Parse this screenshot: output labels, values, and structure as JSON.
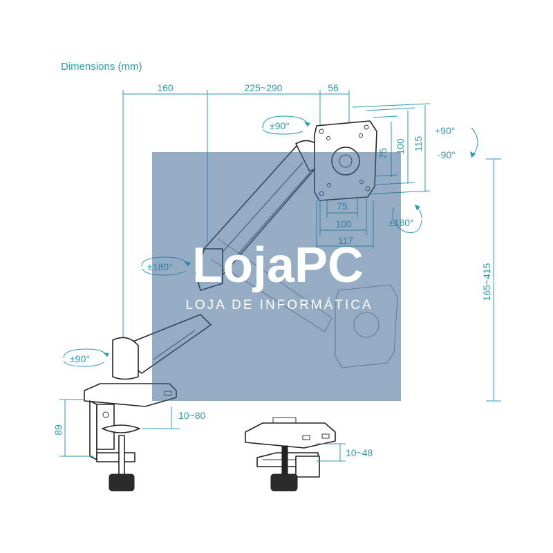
{
  "title": "Dimensions (mm)",
  "dims": {
    "base_to_arm": "160",
    "arm_reach": "225~290",
    "plate_depth": "56",
    "vesa_h_small": "75",
    "vesa_h_large": "100",
    "plate_height": "115",
    "vesa_w_small": "75",
    "vesa_w_large": "100",
    "plate_width": "117",
    "height_range": "165~415",
    "base_height": "89",
    "clamp_range": "10~80",
    "grommet_range": "10~48"
  },
  "rotations": {
    "head_swivel": "±90°",
    "tilt_up": "+90°",
    "tilt_down": "-90°",
    "plate_rotation": "±180°",
    "arm_swivel": "±180°",
    "base_swivel": "±90°"
  },
  "watermark": {
    "brand": "LojaPC",
    "tagline": "LOJA DE INFORMÁTICA",
    "color": "#3d6894"
  },
  "colors": {
    "dimension": "#2a9bb0",
    "ink": "#222222"
  }
}
